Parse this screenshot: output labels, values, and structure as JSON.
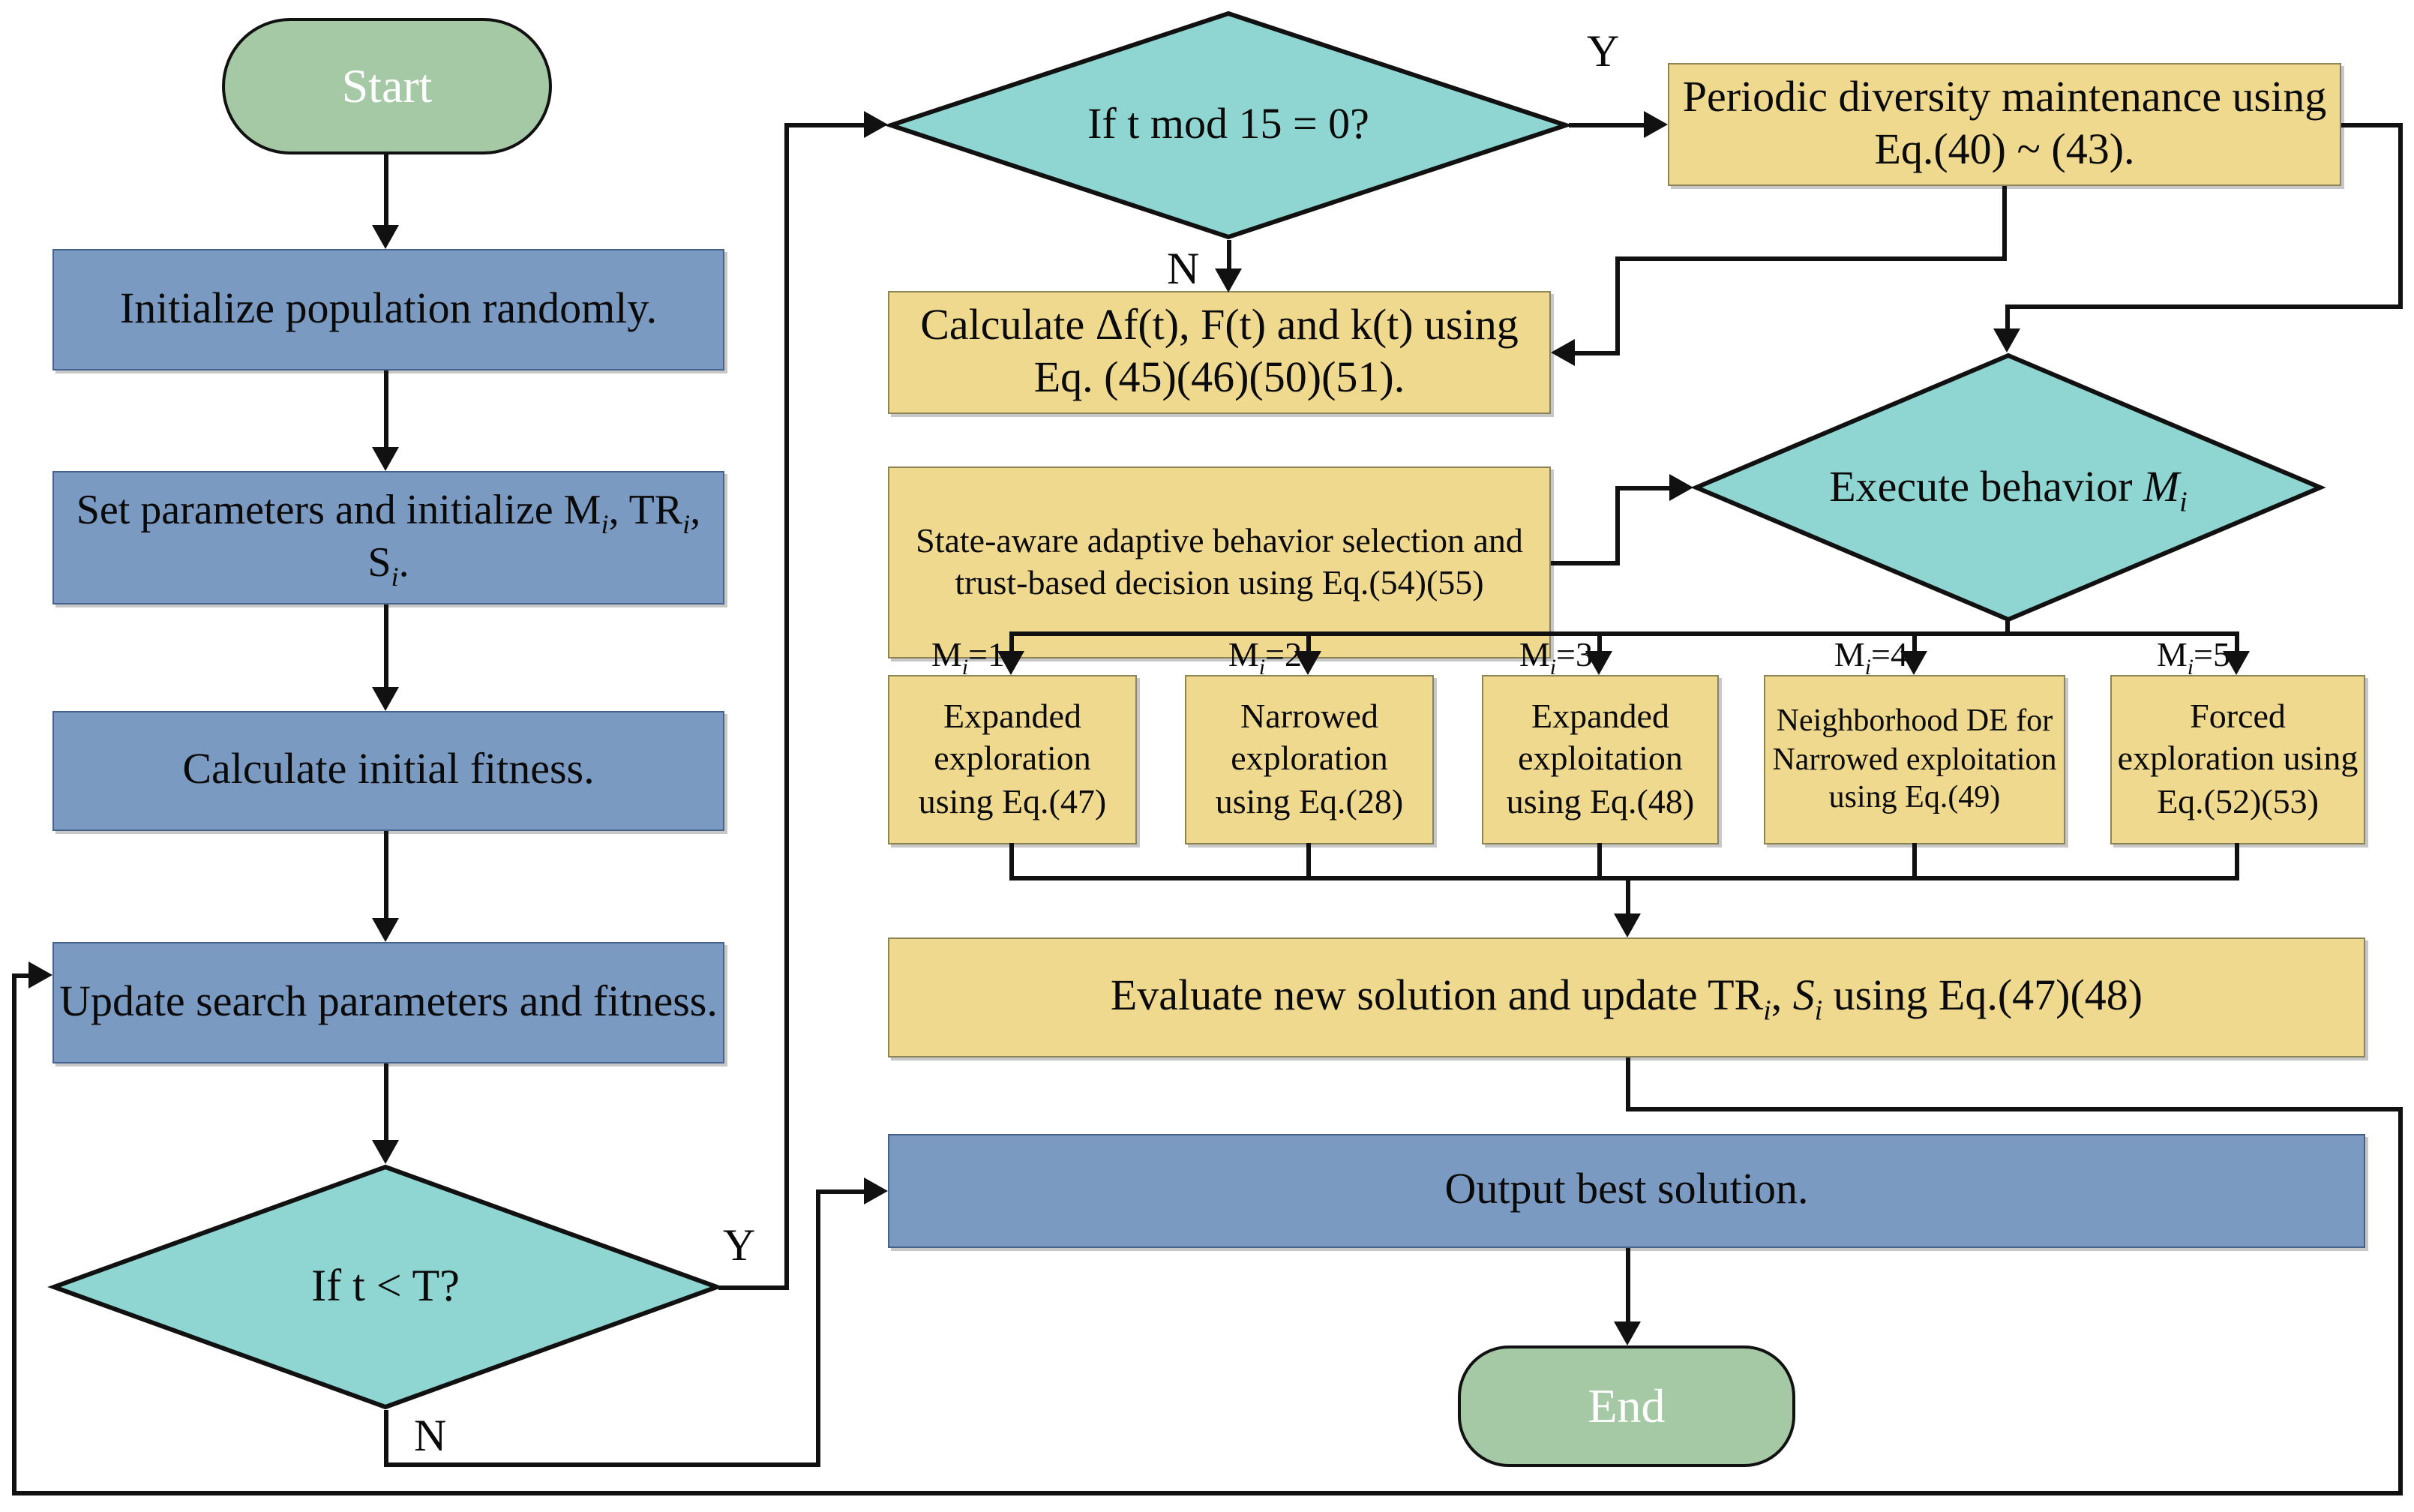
{
  "colors": {
    "terminator_green": "#a5c8a5",
    "process_blue": "#7b9ac2",
    "decision_teal": "#8fd6d2",
    "step_yellow": "#eed98e",
    "line_black": "#111111"
  },
  "nodes": {
    "start": "Start",
    "init": "Initialize population randomly.",
    "set_params": "Set parameters and initialize M{i}, TR{i}, S{i}.",
    "calc_fitness": "Calculate initial fitness.",
    "update_params": "Update search parameters and fitness.",
    "t_less_T": "If t < T?",
    "t_mod_15": "If t mod 15 = 0?",
    "periodic": "Periodic diversity maintenance using Eq.(40) ~ (43).",
    "calc_ftk": "Calculate Δf(t), F(t) and k(t) using Eq. (45)(46)(50)(51).",
    "state_aware": "State-aware adaptive behavior selection and trust-based decision using Eq.(54)(55)",
    "execute": "Execute behavior *M*{i}",
    "evaluate": "Evaluate new solution and update TR{i}, *S*{i} using Eq.(47)(48)",
    "output": "Output best solution.",
    "end": "End"
  },
  "branches": [
    {
      "cond": "M{i}=1",
      "label": "Expanded exploration using Eq.(47)"
    },
    {
      "cond": "M{i}=2",
      "label": "Narrowed exploration using Eq.(28)"
    },
    {
      "cond": "M{i}=3",
      "label": "Expanded exploitation using Eq.(48)"
    },
    {
      "cond": "M{i}=4",
      "label": "Neighborhood DE for Narrowed exploitation using Eq.(49)"
    },
    {
      "cond": "M{i}=5",
      "label": "Forced exploration using Eq.(52)(53)"
    }
  ],
  "edge_labels": {
    "mod_yes": "Y",
    "mod_no": "N",
    "loop_yes": "Y",
    "loop_no": "N"
  }
}
